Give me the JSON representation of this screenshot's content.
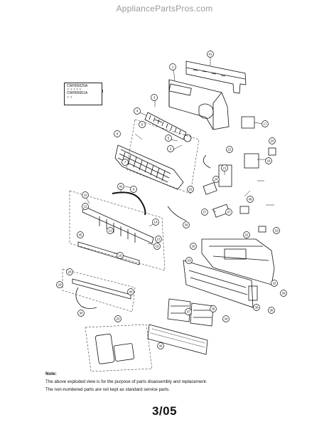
{
  "header": {
    "site": "AppliancePartsPros.com"
  },
  "kit": {
    "line1": "CWH55025A",
    "line2": "CWH55061A",
    "screws": "♆♆♆♆♆",
    "pins": "♆♆"
  },
  "callouts": [
    {
      "id": "c41",
      "label": "41"
    },
    {
      "id": "c1",
      "label": "1"
    },
    {
      "id": "c3",
      "label": "3"
    },
    {
      "id": "c4",
      "label": "4"
    },
    {
      "id": "c6",
      "label": "6"
    },
    {
      "id": "c8",
      "label": "8"
    },
    {
      "id": "c5",
      "label": "5"
    },
    {
      "id": "c2",
      "label": "2"
    },
    {
      "id": "c17",
      "label": "17"
    },
    {
      "id": "c20",
      "label": "20"
    },
    {
      "id": "c18",
      "label": "18"
    },
    {
      "id": "c21",
      "label": "21"
    },
    {
      "id": "c22",
      "label": "22"
    },
    {
      "id": "c9",
      "label": "9"
    },
    {
      "id": "c43",
      "label": "43"
    },
    {
      "id": "c42",
      "label": "42"
    },
    {
      "id": "c10",
      "label": "10"
    },
    {
      "id": "c11",
      "label": "11"
    },
    {
      "id": "c12",
      "label": "12"
    },
    {
      "id": "c13",
      "label": "13"
    },
    {
      "id": "c14",
      "label": "14"
    },
    {
      "id": "c15",
      "label": "15"
    },
    {
      "id": "c16",
      "label": "16"
    },
    {
      "id": "c23",
      "label": "23"
    },
    {
      "id": "c24",
      "label": "24"
    },
    {
      "id": "c25",
      "label": "25"
    },
    {
      "id": "c26",
      "label": "26"
    },
    {
      "id": "c27",
      "label": "27"
    },
    {
      "id": "c28",
      "label": "28"
    },
    {
      "id": "c29",
      "label": "29"
    },
    {
      "id": "c30",
      "label": "30"
    },
    {
      "id": "c31",
      "label": "31"
    },
    {
      "id": "c32",
      "label": "32"
    },
    {
      "id": "c33",
      "label": "33"
    },
    {
      "id": "c34",
      "label": "34"
    },
    {
      "id": "c35",
      "label": "35"
    },
    {
      "id": "c36",
      "label": "36"
    },
    {
      "id": "c37",
      "label": "37"
    },
    {
      "id": "c38",
      "label": "38"
    },
    {
      "id": "c39",
      "label": "39"
    },
    {
      "id": "c40",
      "label": "40"
    },
    {
      "id": "c44",
      "label": "44"
    },
    {
      "id": "c45",
      "label": "45"
    },
    {
      "id": "c46",
      "label": "46"
    },
    {
      "id": "c47",
      "label": "47"
    },
    {
      "id": "c48",
      "label": "48"
    },
    {
      "id": "c7",
      "label": "7"
    },
    {
      "id": "c19",
      "label": "19"
    }
  ],
  "note": {
    "heading": "Note:",
    "line1": "The above exploded view is for the purpose of parts disassembly and replacement.",
    "line2": "The non-numbered parts are not kept as standard service parts."
  },
  "page_code": "3/05"
}
